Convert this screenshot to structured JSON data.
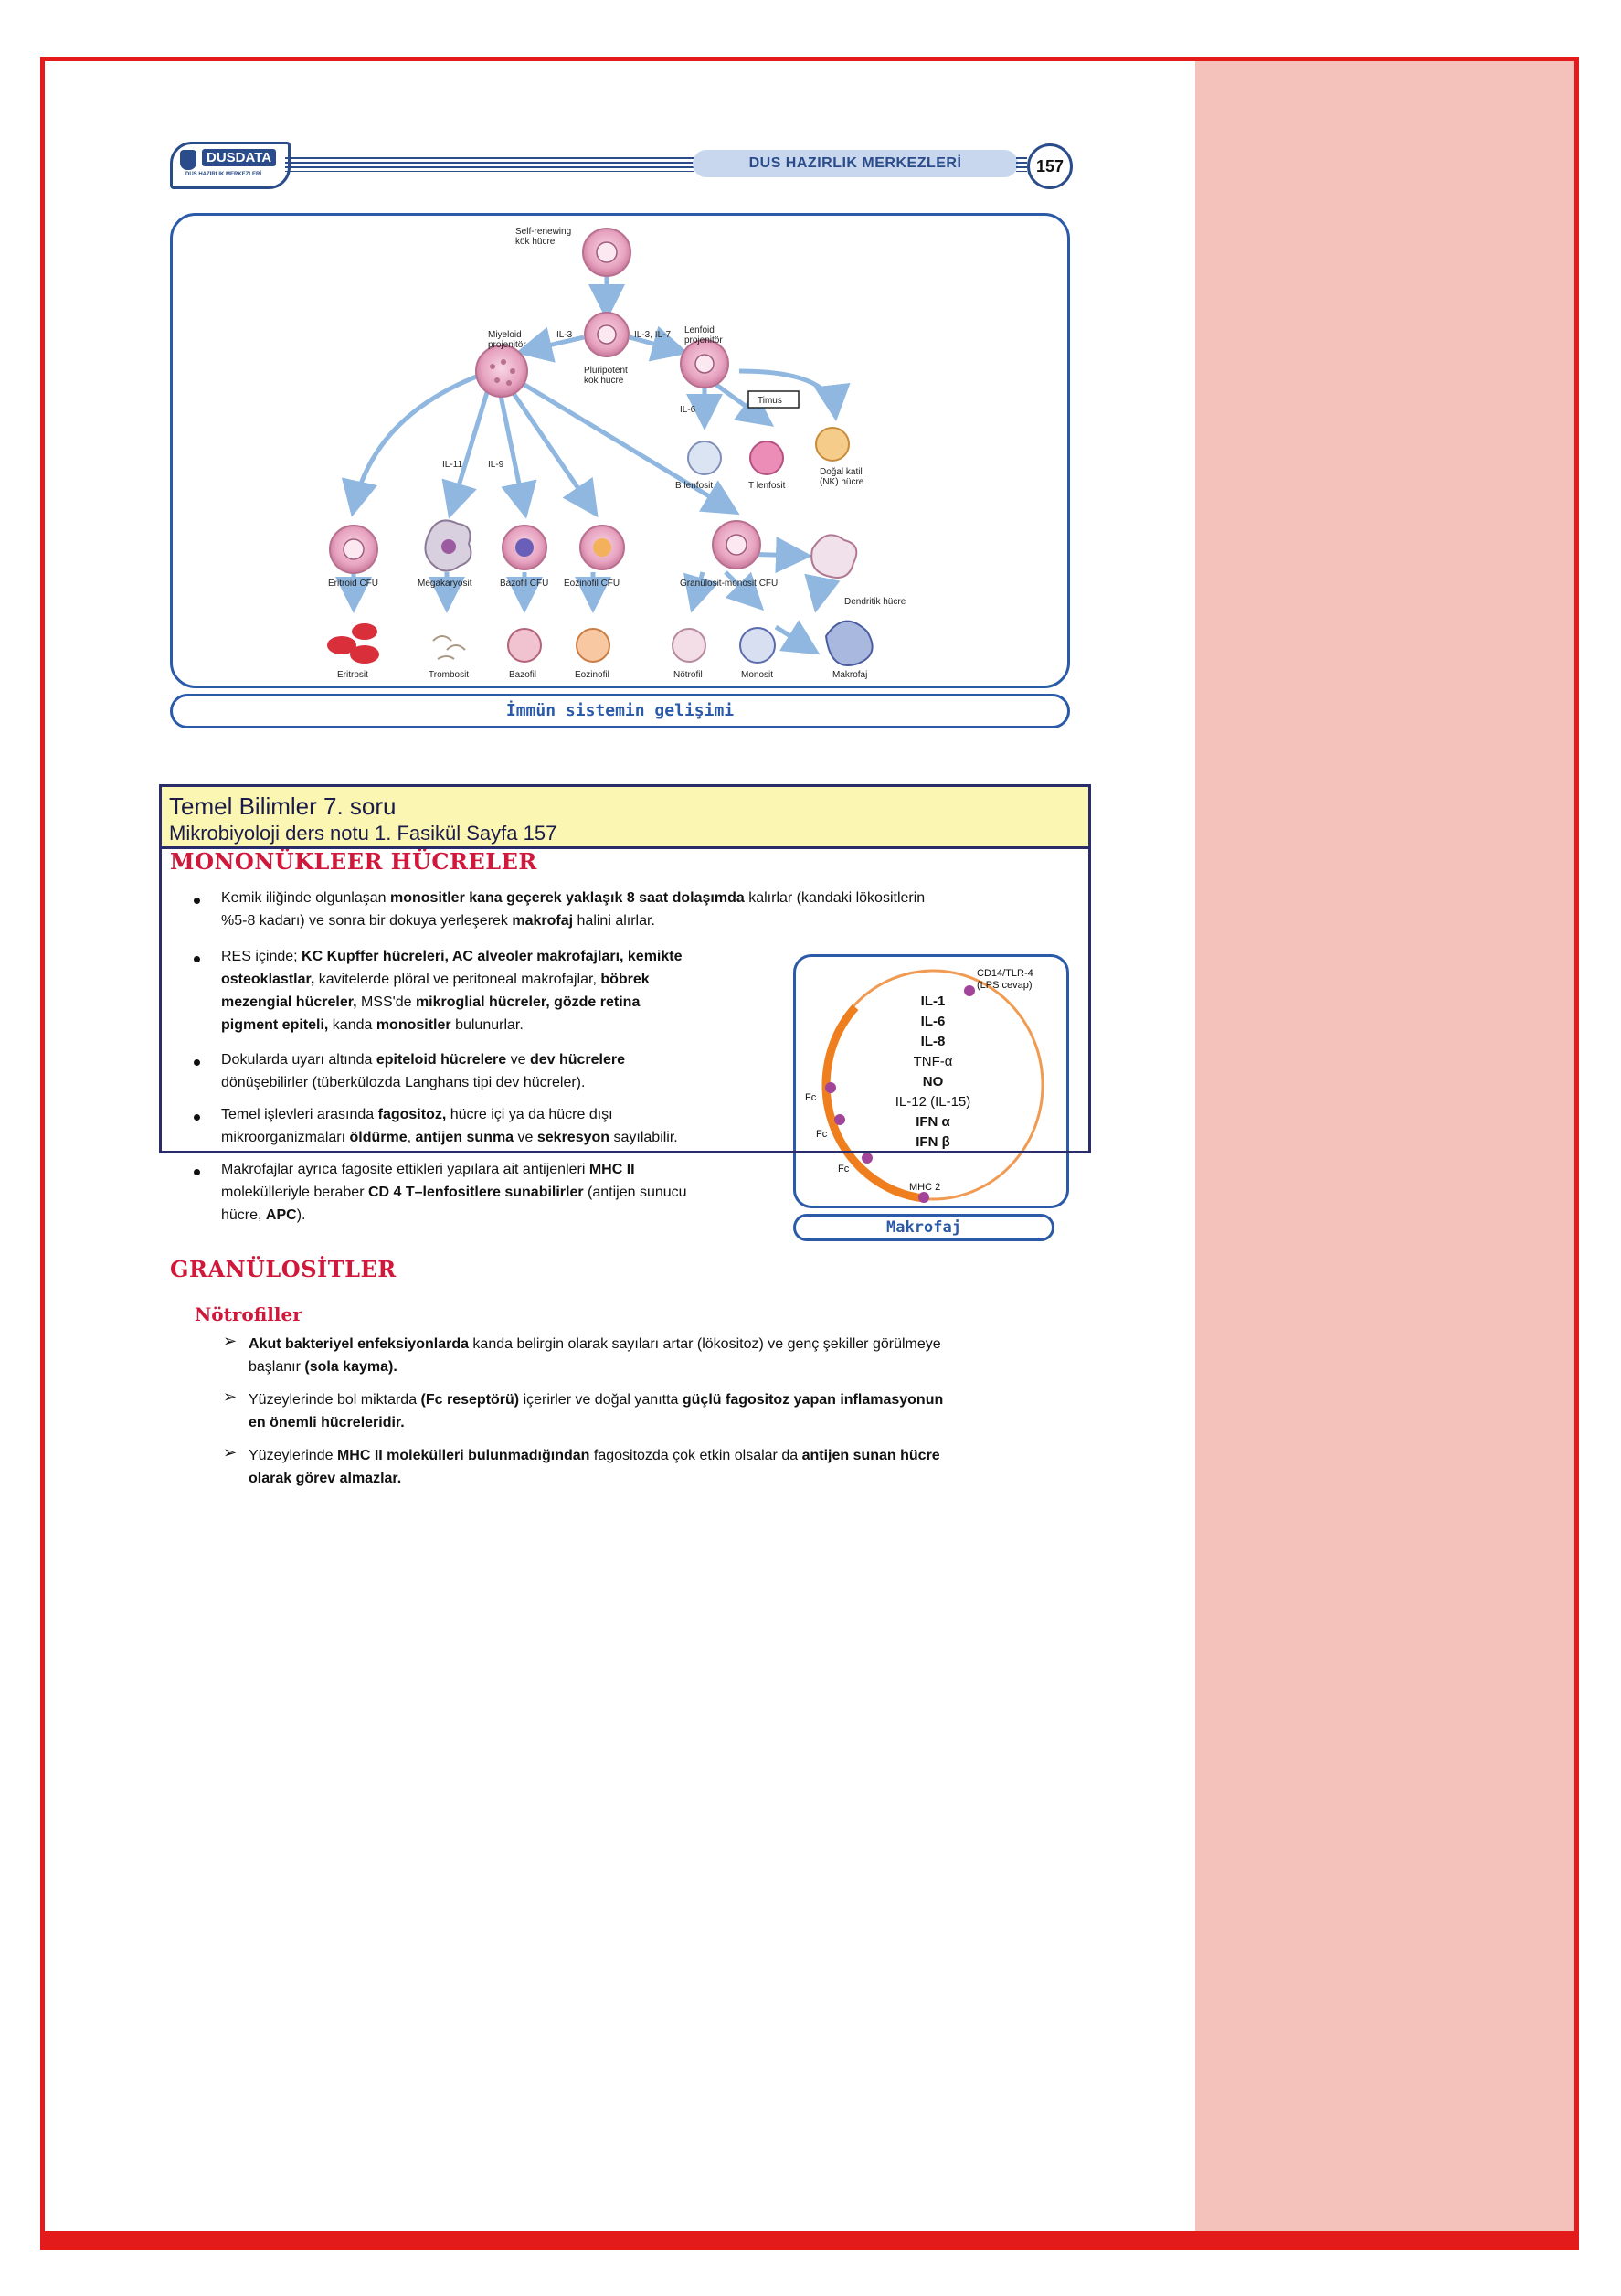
{
  "header": {
    "logo_brand": "DUSDATA",
    "logo_sub": "DUS HAZIRLIK MERKEZLERİ",
    "tab_title": "DUS HAZIRLIK MERKEZLERİ",
    "page_number": "157"
  },
  "diagram": {
    "caption": "İmmün sistemin gelişimi",
    "labels": {
      "self_renewing": "Self-renewing",
      "kok_hucre": "kök hücre",
      "miyeloid": "Miyeloid",
      "projenitor": "projenitör",
      "il3": "IL-3",
      "il3_il7": "IL-3, IL-7",
      "lenfoid": "Lenfoid",
      "lenfoid_proj": "projenitör",
      "pluripotent": "Pluripotent",
      "pluripotent2": "kök hücre",
      "timus": "Timus",
      "il6": "IL-6",
      "il11": "IL-11",
      "il9": "IL-9",
      "b_lenfosit": "B lenfosit",
      "t_lenfosit": "T lenfosit",
      "nk1": "Doğal katil",
      "nk2": "(NK) hücre",
      "eritroid_cfu": "Eritroid CFU",
      "megakaryosit": "Megakaryosit",
      "bazofil_cfu": "Bazofil CFU",
      "eozinofil_cfu": "Eozinofil CFU",
      "granulosit_cfu": "Granülosit-monosit CFU",
      "dendritik": "Dendritik hücre",
      "eritrosit": "Eritrosit",
      "trombosit": "Trombosit",
      "bazofil": "Bazofil",
      "eozinofil": "Eozinofil",
      "notrofil": "Nötrofil",
      "monosit": "Monosit",
      "makrofaj": "Makrofaj"
    }
  },
  "question": {
    "title": "Temel Bilimler 7. soru",
    "subtitle": "Mikrobiyoloji ders notu 1. Fasikül Sayfa 157"
  },
  "mononukleer": {
    "heading": "MONONÜKLEER HÜCRELER",
    "b1_a": "Kemik iliğinde olgunlaşan ",
    "b1_b": "monositler kana geçerek yaklaşık 8 saat dolaşımda",
    "b1_c": " kalırlar (kandaki lökositlerin",
    "b1_d": "%5-8 kadarı) ve sonra bir dokuya yerleşerek ",
    "b1_e": "makrofaj",
    "b1_f": " halini alırlar.",
    "b2_l1a": "RES içinde; ",
    "b2_l1b": "KC Kupffer hücreleri, AC alveoler makrofajları, kemikte",
    "b2_l2a": "osteoklastlar,",
    "b2_l2b": " kavitelerde plöral ve peritoneal makrofajlar, ",
    "b2_l2c": "böbrek",
    "b2_l3a": "mezengial hücreler,",
    "b2_l3b": " MSS'de ",
    "b2_l3c": "mikroglial hücreler, gözde retina",
    "b2_l4a": "pigment epiteli,",
    "b2_l4b": " kanda ",
    "b2_l4c": "monositler",
    "b2_l4d": " bulunurlar.",
    "b3_l1a": "Dokularda uyarı altında ",
    "b3_l1b": "epiteloid hücrelere",
    "b3_l1c": " ve ",
    "b3_l1d": "dev hücrelere",
    "b3_l2": "dönüşebilirler (tüberkülozda Langhans tipi dev hücreler).",
    "b4_l1a": "Temel işlevleri arasında ",
    "b4_l1b": "fagositoz,",
    "b4_l1c": " hücre içi ya da hücre dışı",
    "b4_l2a": "mikroorganizmaları ",
    "b4_l2b": "öldürme",
    "b4_l2c": ", ",
    "b4_l2d": "antijen sunma",
    "b4_l2e": " ve ",
    "b4_l2f": "sekresyon",
    "b4_l2g": " sayılabilir.",
    "b5_l1a": "Makrofajlar ayrıca fagosite ettikleri yapılara ait antijenleri ",
    "b5_l1b": "MHC II",
    "b5_l2a": "molekülleriyle beraber ",
    "b5_l2b": "CD 4 T–lenfositlere sunabilirler",
    "b5_l2c": " (antijen sunucu",
    "b5_l3a": "hücre, ",
    "b5_l3b": "APC",
    "b5_l3c": ")."
  },
  "makrofaj_figure": {
    "caption": "Makrofaj",
    "receptor": "CD14/TLR-4",
    "receptor2": "(LPS cevap)",
    "fc1": "Fc",
    "fc2": "Fc",
    "fc3": "Fc",
    "mhc2": "MHC 2",
    "cytokines": [
      "IL-1",
      "IL-6",
      "IL-8",
      "TNF-α",
      "NO",
      "IL-12 (IL-15)",
      "IFN α",
      "IFN β"
    ]
  },
  "granulositler": {
    "heading": "GRANÜLOSİTLER",
    "subheading": "Nötrofiller",
    "i1_a": "Akut bakteriyel enfeksiyonlarda",
    "i1_b": " kanda belirgin olarak sayıları artar (lökositoz) ve genç şekiller görülmeye",
    "i1_c": "başlanır ",
    "i1_d": "(sola kayma).",
    "i2_a": "Yüzeylerinde bol miktarda ",
    "i2_b": "(Fc reseptörü)",
    "i2_c": " içerirler ve doğal yanıtta ",
    "i2_d": "güçlü fagositoz yapan inflamasyonun",
    "i2_e": "en önemli hücreleridir.",
    "i3_a": "Yüzeylerinde ",
    "i3_b": "MHC II molekülleri bulunmadığından",
    "i3_c": " fagositozda çok etkin olsalar da ",
    "i3_d": "antijen sunan hücre",
    "i3_e": "olarak görev almazlar."
  }
}
